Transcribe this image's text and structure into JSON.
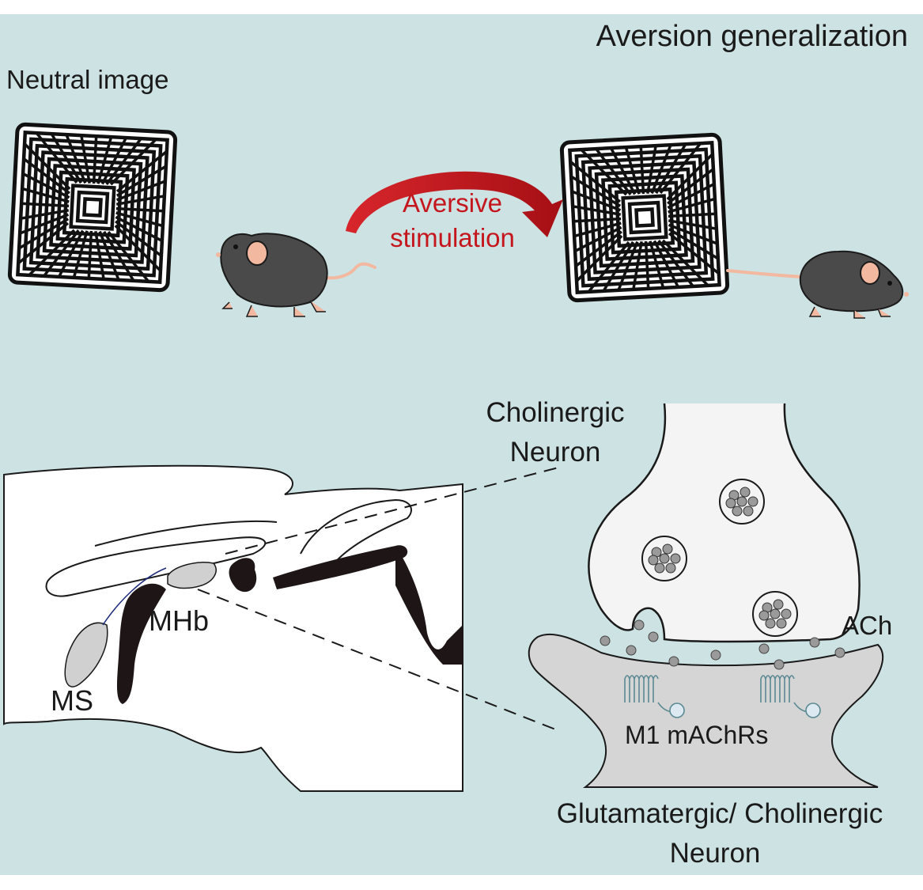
{
  "title": "Aversion generalization",
  "labels": {
    "neutral_image": "Neutral image",
    "aversive_line1": "Aversive",
    "aversive_line2": "stimulation",
    "cholinergic_line1": "Cholinergic",
    "cholinergic_line2": "Neuron",
    "mhb": "MHb",
    "ms": "MS",
    "ach": "ACh",
    "m1": "M1 mAChRs",
    "glut_line1": "Glutamatergic/ Cholinergic",
    "glut_line2": "Neuron"
  },
  "colors": {
    "background": "#cde2e2",
    "arrow": "#c4161c",
    "mouse_body": "#4a4a4a",
    "mouse_pink": "#f2b8a0",
    "post_neuron": "#d5d5d5",
    "receptor": "#5b8a93",
    "vesicle": "#9a9a9a"
  },
  "icons": [
    "striped-square-image-icon",
    "mouse-icon",
    "curved-arrow-icon",
    "brain-section-icon",
    "synapse-icon",
    "receptor-icon",
    "vesicle-icon"
  ]
}
